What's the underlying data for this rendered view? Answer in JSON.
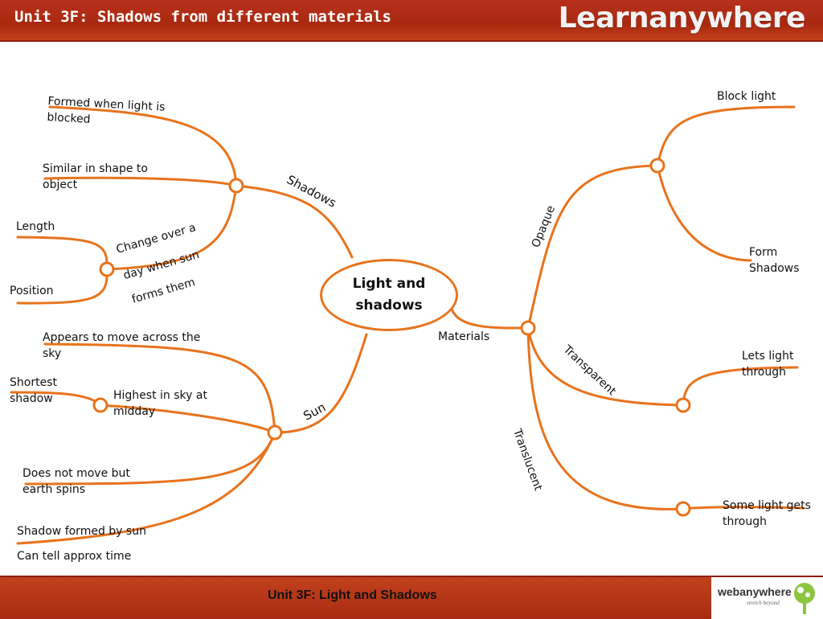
{
  "header": {
    "title": "Unit 3F: Shadows from different materials",
    "brand": "Learnanywhere"
  },
  "footer": {
    "title": "Unit 3F: Light and Shadows",
    "logo": "webanywhere",
    "tagline": "stretch beyond"
  },
  "colors": {
    "branch": "#e8731c",
    "header": "#b8301d"
  },
  "mindmap": {
    "center": "Light and shadows",
    "branches": {
      "shadows": "Shadows",
      "sun": "Sun",
      "materials": "Materials",
      "opaque": "Opaque",
      "transparent": "Transparent",
      "translucent": "Translucent"
    },
    "shadows_leaves": {
      "formed": "Formed when light is blocked",
      "similar": "Similar in shape to object",
      "change1": "Change over a",
      "change2": "day when sun",
      "change3": "forms them",
      "length": "Length",
      "position": "Position"
    },
    "sun_leaves": {
      "appears": "Appears to move across the sky",
      "highest": "Highest in sky at midday",
      "shortest": "Shortest shadow",
      "not_move": "Does not move but earth spins",
      "shadow_formed": "Shadow formed by sun",
      "tell_time": "Can tell approx time"
    },
    "material_leaves": {
      "block": "Block light",
      "form": "Form Shadows",
      "lets": "Lets light through",
      "some": "Some light gets through"
    }
  }
}
